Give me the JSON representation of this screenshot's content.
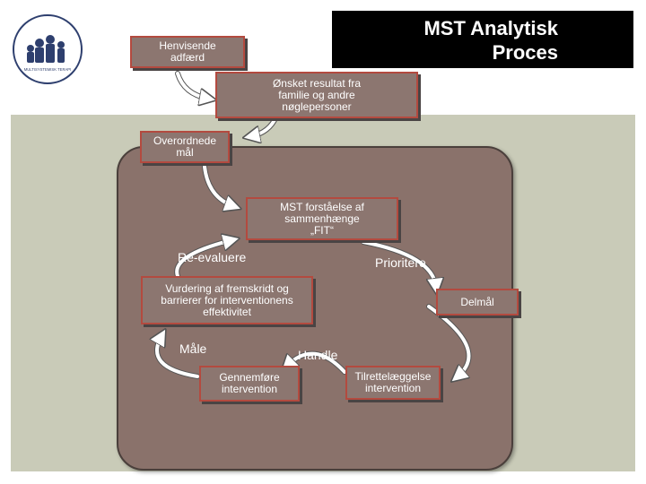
{
  "header": {
    "title": "MST Analytisk\nProces",
    "logo_text": "MULTISYSTEMISK TERAPI"
  },
  "boxes": {
    "henvisende": "Henvisende\nadfærd",
    "onsket": "Ønsket resultat fra\nfamilie og andre\nnøglepersoner",
    "overordnede": "Overordnede\nmål",
    "forstaelse": "MST forståelse af\nsammenhænge\n„FIT“",
    "vurdering": "Vurdering af fremskridt og\nbarrierer for interventionens\neffektivitet",
    "delmal": "Delmål",
    "gennemfore": "Gennemføre\nintervention",
    "tilrettelaeggelse": "Tilrettelæggelse\nintervention"
  },
  "labels": {
    "reevaluere": "Re-evaluere",
    "prioritere": "Prioritere",
    "maale": "Måle",
    "handle": "Handle"
  },
  "colors": {
    "band": "#c9cbb8",
    "inner": "#8a726b",
    "box_fill": "#8c7670",
    "box_border": "#b34a3f",
    "arrow": "#ffffff",
    "logo": "#2e3f6e"
  }
}
